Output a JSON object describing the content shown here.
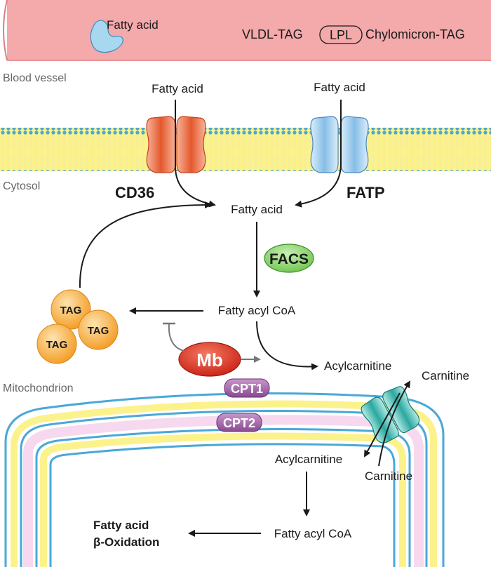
{
  "labels": {
    "vessel_fatty_acid": "Fatty acid",
    "vldl_tag": "VLDL-TAG",
    "lpl": "LPL",
    "chylomicron_tag": "Chylomicron-TAG",
    "blood_vessel": "Blood vessel",
    "fatty_acid_left": "Fatty acid",
    "fatty_acid_right": "Fatty acid",
    "cytosol": "Cytosol",
    "cd36": "CD36",
    "fatp": "FATP",
    "fatty_acid_center": "Fatty acid",
    "facs": "FACS",
    "fatty_acyl_coa": "Fatty acyl CoA",
    "tag_top": "TAG",
    "tag_left": "TAG",
    "tag_right": "TAG",
    "mb": "Mb",
    "acylcarnitine_top": "Acylcarnitine",
    "carnitine_top": "Carnitine",
    "mitochondrion": "Mitochondrion",
    "cpt1": "CPT1",
    "cpt2": "CPT2",
    "acylcarnitine_bottom": "Acylcarnitine",
    "carnitine_bottom": "Carnitine",
    "fatty_acyl_coa_bottom": "Fatty acyl CoA",
    "beta_ox_line1": "Fatty acid",
    "beta_ox_line2": "β-Oxidation"
  },
  "colors": {
    "vessel": "#f4a9ab",
    "membrane_yellow": "#fbf28c",
    "membrane_blue": "#4aa8d8",
    "cd36": "#e8643a",
    "fatp": "#8fc2e8",
    "facs": "#7fcf63",
    "tag": "#f5a02a",
    "mb": "#d42a1e",
    "cpt": "#9a5aa0",
    "carnitine_transporter": "#2aa8a0",
    "matrix_pink": "#f7d9ef"
  }
}
